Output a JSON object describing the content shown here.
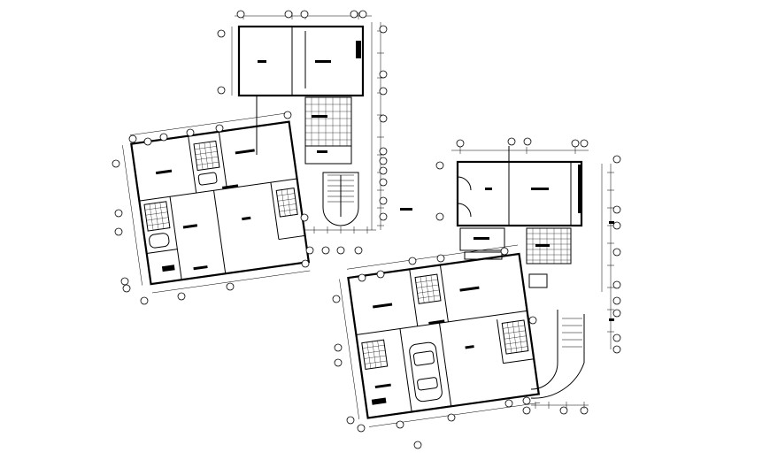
{
  "drawing": {
    "type": "architectural floor plan (CAD)",
    "plans": [
      {
        "id": "plan-left",
        "orientation": "rotated"
      },
      {
        "id": "plan-right",
        "orientation": "rotated"
      }
    ]
  }
}
